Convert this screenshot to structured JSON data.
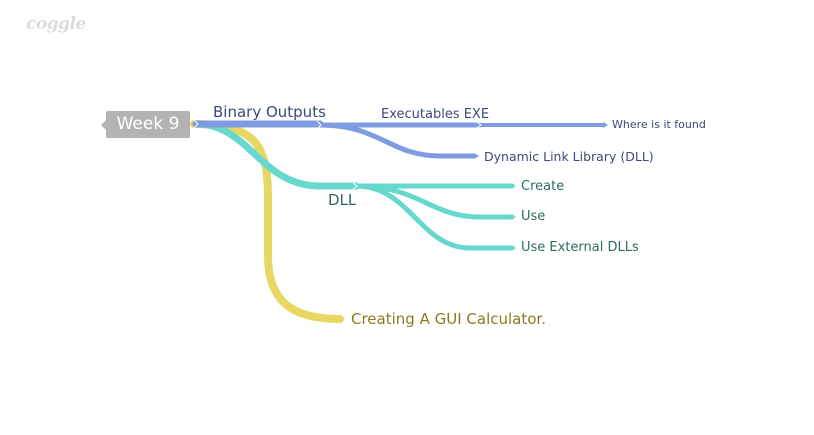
{
  "app": {
    "logo": "coggle"
  },
  "root": {
    "label": "Week 9"
  },
  "colors": {
    "blue": "#7f9be2",
    "teal": "#67d8cd",
    "yellow": "#e6d862",
    "root": "#b3b3b3"
  },
  "branches": {
    "binary_outputs": {
      "label": "Binary Outputs",
      "children": {
        "executables": {
          "label": "Executables EXE",
          "children": {
            "where_found": {
              "label": "Where is it found"
            }
          }
        },
        "dll_library": {
          "label": "Dynamic Link Library (DLL)"
        }
      }
    },
    "dll": {
      "label": "DLL",
      "children": {
        "create": {
          "label": "Create"
        },
        "use": {
          "label": "Use"
        },
        "use_external": {
          "label": "Use External DLLs"
        }
      }
    },
    "gui": {
      "label": "Creating A GUI Calculator."
    }
  }
}
